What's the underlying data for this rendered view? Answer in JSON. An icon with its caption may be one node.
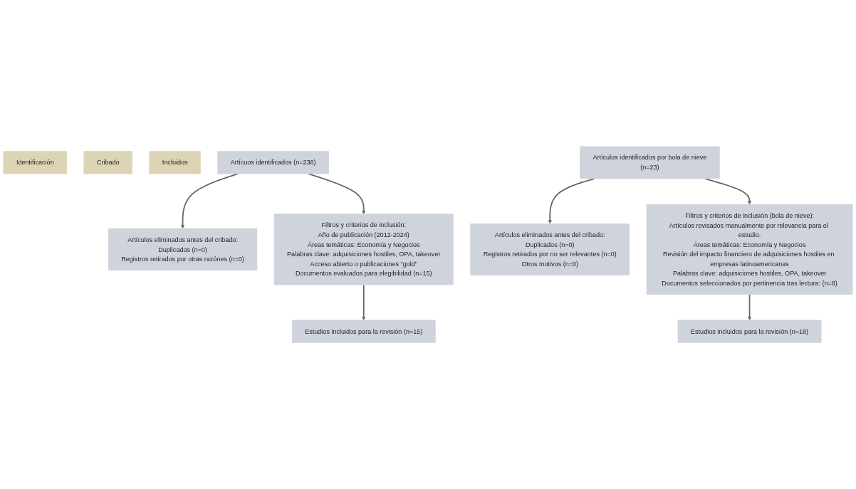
{
  "diagram": {
    "nodes": [
      {
        "text": [
          "Identificación"
        ]
      },
      {
        "text": [
          "Cribado"
        ]
      },
      {
        "text": [
          "Incluidos"
        ]
      },
      {
        "text": [
          "Artícuos identificados (n=238)"
        ]
      },
      {
        "text": [
          "Artículos eliminados antes del cribado:",
          "Duplicados (n=0)",
          "Registros retirados por otras razónes (n=0)"
        ]
      },
      {
        "text": [
          "Artículos identificados  por bola de nieve",
          "(n=23)"
        ]
      },
      {
        "text": [
          "Artículos eliminados antes del cribado:",
          "Duplicados (n=0)",
          "Registros retirados por no ser relevantes (n=0)",
          "Otros motivos (n=0)"
        ]
      },
      {
        "text": [
          "Filtros y criterios de inclusión:",
          "Año de publicación (2012-2024)",
          "Áreas temáticas: Economía y Negocios",
          "Palabras clave: adquisiciones hostiles, OPA, takeover",
          "Acceso abierto o publicaciones \"gold\"",
          "Documentos evaluados para elegibilidad (n=15)"
        ]
      },
      {
        "text": [
          "Filtros y criterios de inclusión (bola de nieve):",
          "Artículos revisados manualmente por relevancia para el estudio.",
          "Áreas temáticas: Economía y Negocios",
          "Revisión del impacto financiero de adquisiciones hostiles en empresas latinoamericanas",
          "Palabras clave: adquisiciones hostiles, OPA, takeover",
          "Documentos seleccionados por pertinencia tras lectura: (n=8)"
        ]
      },
      {
        "text": [
          "Estudios incluidos para la revisión (n=15)"
        ]
      },
      {
        "text": [
          "Estudios incluidos para la revisión (n=18)"
        ]
      }
    ],
    "edges": [
      {
        "from": 3,
        "to": 4,
        "arrow": "to"
      },
      {
        "from": 3,
        "to": 7,
        "arrow": "to"
      },
      {
        "from": 7,
        "to": 9,
        "arrow": "to"
      },
      {
        "from": 5,
        "to": 6,
        "arrow": "to"
      },
      {
        "from": 5,
        "to": 8,
        "arrow": "to"
      },
      {
        "from": 8,
        "to": 10,
        "arrow": "to"
      }
    ]
  }
}
